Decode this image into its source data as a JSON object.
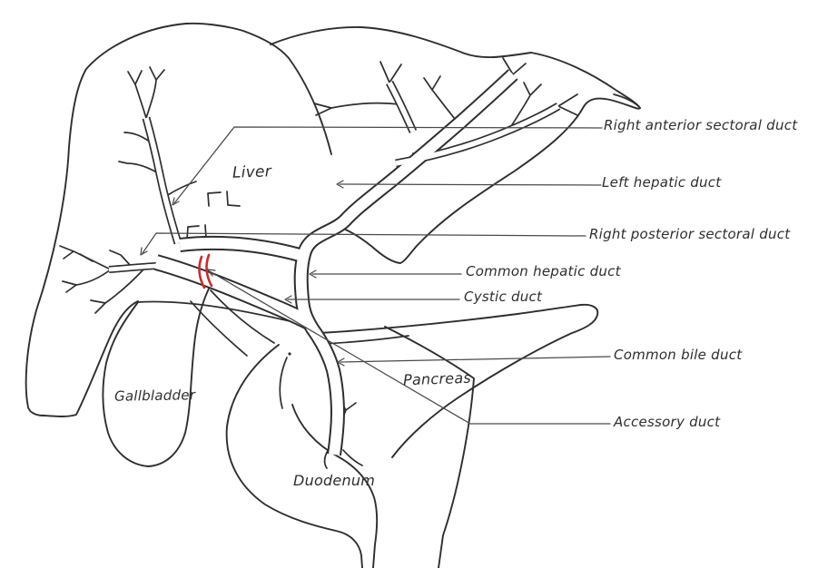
{
  "title": "Hand-drawn biliary anatomy sketch",
  "colors": {
    "paper": "#ffffff",
    "ink": "#2e2e2e",
    "leader": "#4a4a4a",
    "red": "#cf2a2a"
  },
  "organ_labels": {
    "liver": "Liver",
    "gallbladder": "Gallbladder",
    "pancreas": "Pancreas",
    "duodenum": "Duodenum"
  },
  "duct_labels": {
    "right_anterior_sectoral_duct": "Right anterior sectoral duct",
    "left_hepatic_duct": "Left hepatic duct",
    "right_posterior_sectoral_duct": "Right posterior sectoral duct",
    "common_hepatic_duct": "Common hepatic duct",
    "cystic_duct": "Cystic duct",
    "common_bile_duct": "Common bile duct",
    "accessory_duct": "Accessory duct"
  },
  "markers": {
    "red_duct_marks": {
      "description": "two parallel red tick marks drawn across the duct pointed to by the Accessory duct leader",
      "count": 2,
      "color": "#cf2a2a"
    }
  }
}
